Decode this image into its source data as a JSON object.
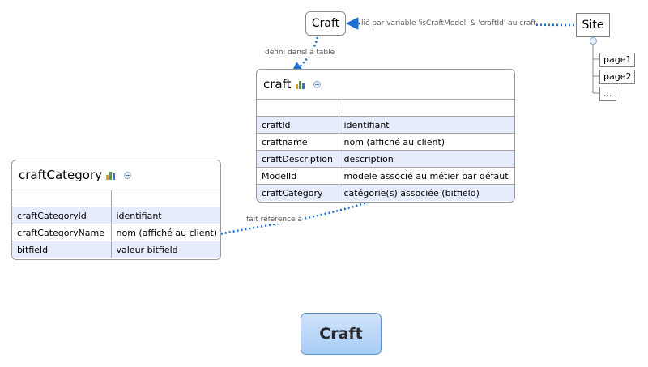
{
  "nodes": {
    "craft_topic": "Craft",
    "site": "Site",
    "site_children": [
      "page1",
      "page2",
      "..."
    ],
    "central": "Craft"
  },
  "labels": {
    "site_to_craft": "lié par variable 'isCraftModel' & 'craftId' au craft",
    "craft_to_table": "défini dansl a table",
    "table_reference": "fait référence à"
  },
  "tables": {
    "craft": {
      "title": "craft",
      "rows": [
        [
          "craftId",
          "identifiant"
        ],
        [
          "craftname",
          "nom (affiché au client)"
        ],
        [
          "craftDescription",
          "description"
        ],
        [
          "ModelId",
          "modele associé au métier par défaut"
        ],
        [
          "craftCategory",
          "catégorie(s) associée (bitfield)"
        ]
      ]
    },
    "craftCategory": {
      "title": "craftCategory",
      "rows": [
        [
          "craftCategoryId",
          "identifiant"
        ],
        [
          "craftCategoryName",
          "nom (affiché au client)"
        ],
        [
          "bitfield",
          "valeur bitfield"
        ]
      ]
    }
  },
  "colors": {
    "connector": "#1f6fd1",
    "row_alt": "#e6ecfb",
    "central_fill": "#b9d6f7"
  }
}
